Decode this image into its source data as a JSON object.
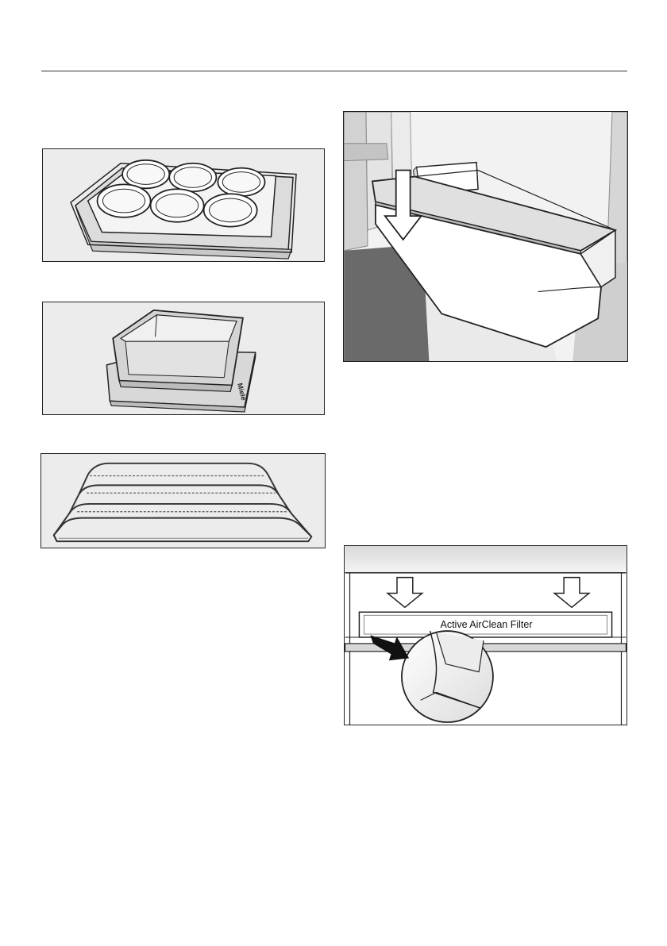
{
  "illustrations": {
    "egg_tray": {
      "icon": "egg-tray"
    },
    "storage_box": {
      "icon": "storage-box",
      "brand_mark": "Miele"
    },
    "bottle_rack": {
      "icon": "bottle-rack"
    },
    "shelf_removal": {
      "icon": "down-arrow"
    },
    "filter": {
      "label": "Active AirClean Filter",
      "icon": "filter-insert"
    }
  },
  "colors": {
    "frame": "#222222",
    "panel_background": "#ececec",
    "dark_floor": "#6a6a6a"
  }
}
